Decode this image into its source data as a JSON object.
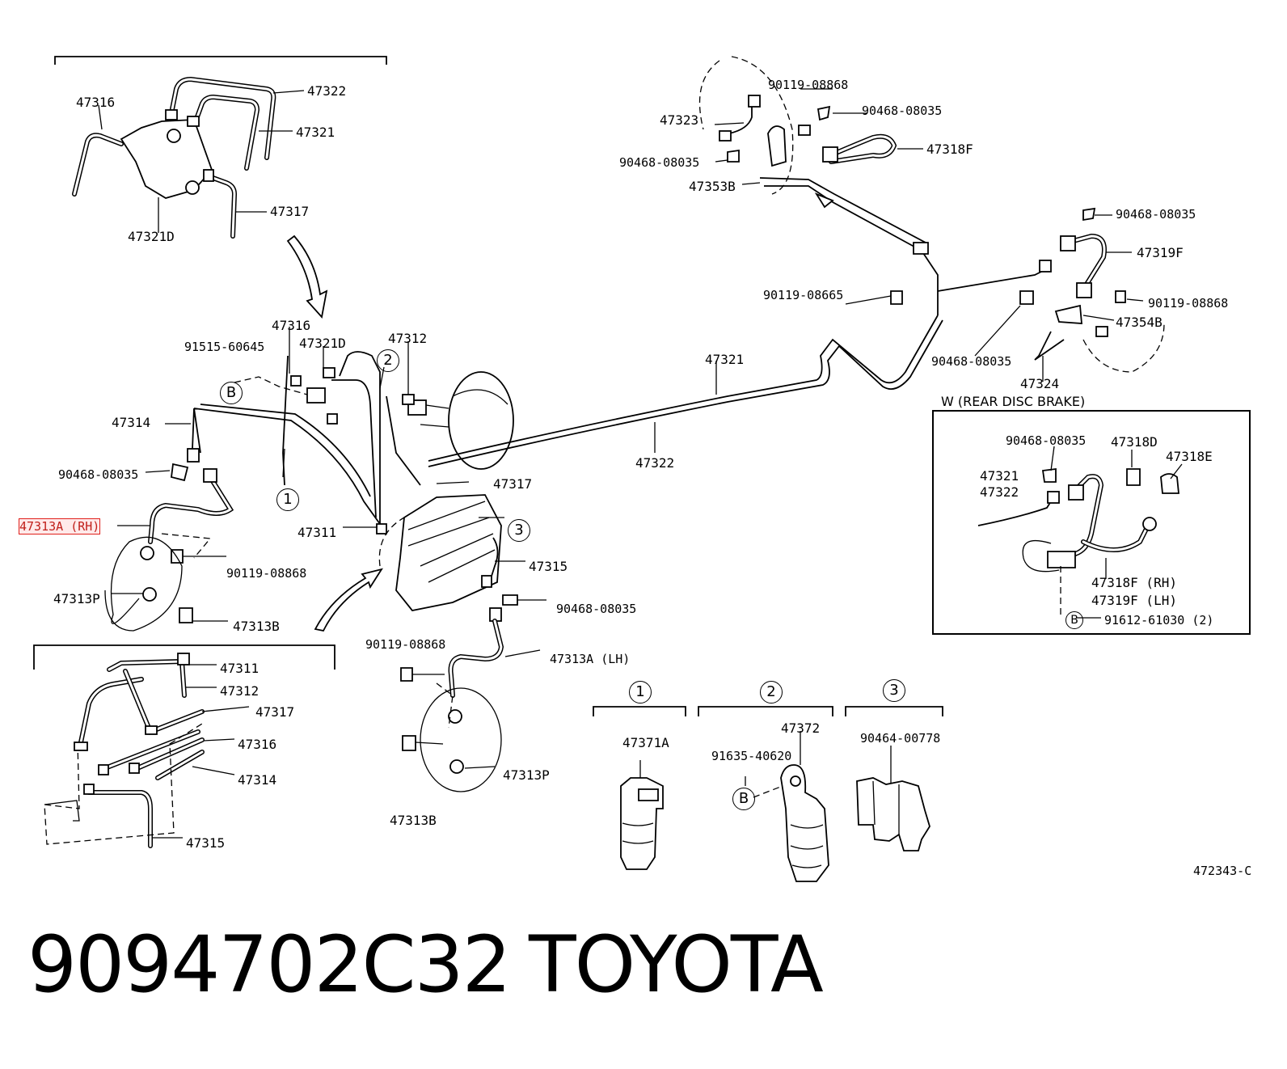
{
  "labels": {
    "tl_47316": "47316",
    "tl_47322": "47322",
    "tl_47321": "47321",
    "tl_47317": "47317",
    "tl_47321D": "47321D",
    "m_47316": "47316",
    "m_47321D": "47321D",
    "m_91515": "91515-60645",
    "m_47312": "47312",
    "m_47314": "47314",
    "m_90468_a": "90468-08035",
    "m_47313A_RH": "47313A (RH)",
    "m_90119_a": "90119-08868",
    "m_47313P_a": "47313P",
    "m_47313B_a": "47313B",
    "m_47317": "47317",
    "m_47311": "47311",
    "m_47315": "47315",
    "m_90468_b": "90468-08035",
    "m_90119_b": "90119-08868",
    "m_47313A_LH": "47313A (LH)",
    "m_47313P_b": "47313P",
    "m_47313B_b": "47313B",
    "m_47321": "47321",
    "m_47322": "47322",
    "bl_47311": "47311",
    "bl_47312": "47312",
    "bl_47317": "47317",
    "bl_47316": "47316",
    "bl_47314": "47314",
    "bl_47315": "47315",
    "r_90119_a": "90119-08868",
    "r_90468_a": "90468-08035",
    "r_47323": "47323",
    "r_47318F": "47318F",
    "r_90468_b": "90468-08035",
    "r_47353B": "47353B",
    "r_90468_c": "90468-08035",
    "r_47319F": "47319F",
    "r_90119_b": "90119-08665",
    "r_90119_c": "90119-08868",
    "r_47354B": "47354B",
    "r_90468_d": "90468-08035",
    "r_47324": "47324",
    "w_title": "W (REAR DISC BRAKE)",
    "w_90468": "90468-08035",
    "w_47318D": "47318D",
    "w_47318E": "47318E",
    "w_47321": "47321",
    "w_47322": "47322",
    "w_47318F": "47318F (RH)",
    "w_47319F": "47319F (LH)",
    "w_91612": "91612-61030 (2)",
    "c1_47371A": "47371A",
    "c2_47372": "47372",
    "c2_91635": "91635-40620",
    "c3_90464": "90464-00778",
    "ref": "472343-C"
  },
  "callouts": {
    "one": "1",
    "two": "2",
    "three": "3",
    "b": "B"
  },
  "footer": {
    "part_number": "9094702C32",
    "brand": "TOYOTA"
  },
  "highlight_color": "#e0201b"
}
